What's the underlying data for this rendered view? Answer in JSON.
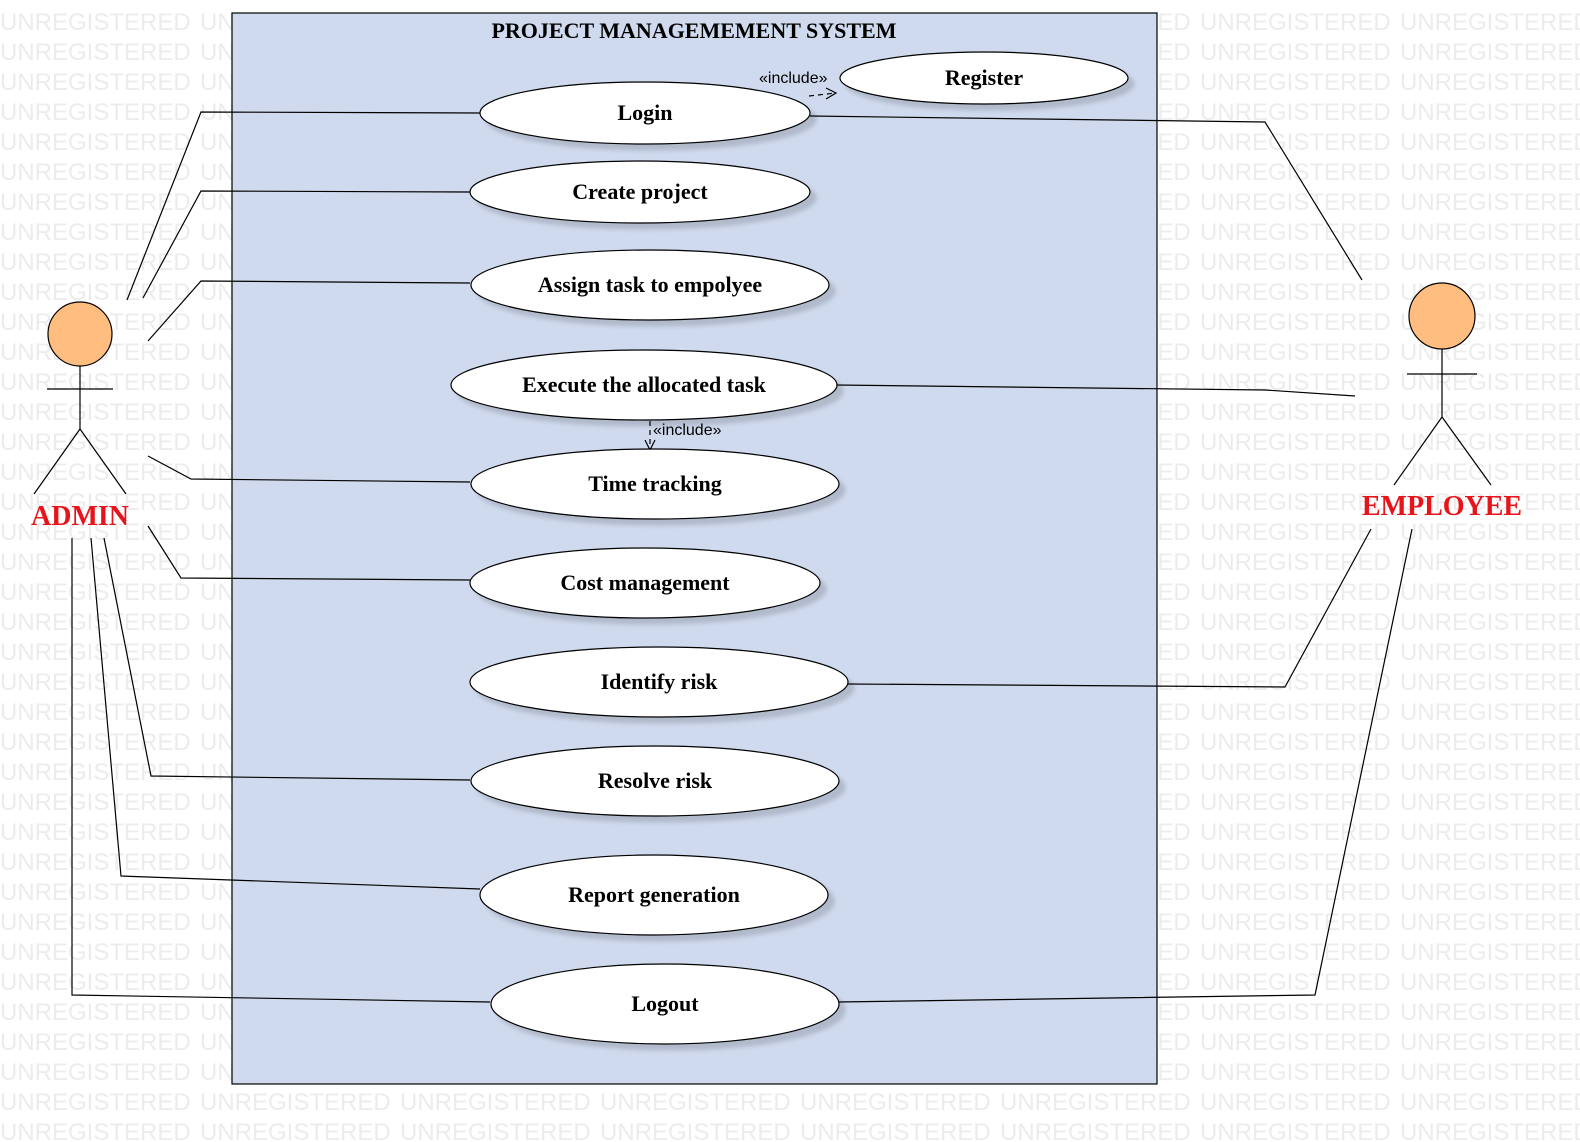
{
  "watermark": "UNREGISTERED",
  "system": {
    "title": "PROJECT MANAGEMEMENT SYSTEM"
  },
  "actors": {
    "admin": {
      "name": "ADMIN"
    },
    "employee": {
      "name": "EMPLOYEE"
    }
  },
  "use_cases": {
    "login": "Login",
    "register": "Register",
    "create_project": "Create project",
    "assign_task": "Assign task to empolyee",
    "execute_task": "Execute the allocated task",
    "time_tracking": "Time tracking",
    "cost_management": "Cost management",
    "identify_risk": "Identify risk",
    "resolve_risk": "Resolve risk",
    "report_generation": "Report generation",
    "logout": "Logout"
  },
  "relations": {
    "include_register": "«include»",
    "include_time_tracking": "«include»"
  },
  "colors": {
    "system_fill": "#cfdaee",
    "actor_head": "#ffbe7f",
    "actor_name": "#e8141b",
    "watermark": "#ececec"
  }
}
